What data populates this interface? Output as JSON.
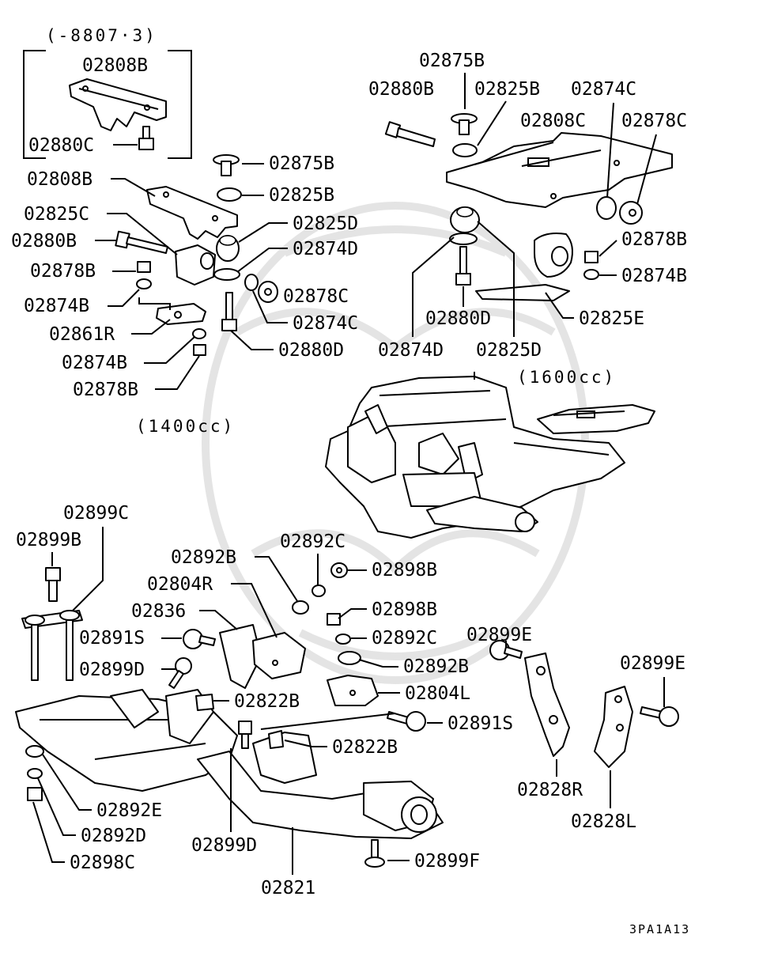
{
  "notes": {
    "date_range": "(-8807·3)",
    "engine_1600": "(1600cc)",
    "engine_1400": "(1400cc)",
    "diagram_code": "3PA1A13"
  },
  "labels": {
    "a_02808B": "02808B",
    "a_02880C": "02880C",
    "b_02875B": "02875B",
    "b_02808B": "02808B",
    "b_02825B": "02825B",
    "b_02825C": "02825C",
    "b_02825D": "02825D",
    "b_02880B": "02880B",
    "b_02874D": "02874D",
    "b_02878B": "02878B",
    "b_02878C": "02878C",
    "b_02874B": "02874B",
    "b_02874C": "02874C",
    "b_02861R": "02861R",
    "b_02880D": "02880D",
    "b_02874B_2": "02874B",
    "b_02878B_2": "02878B",
    "c_02875B": "02875B",
    "c_02880B": "02880B",
    "c_02825B": "02825B",
    "c_02874C": "02874C",
    "c_02808C": "02808C",
    "c_02878C": "02878C",
    "c_02878B": "02878B",
    "c_02874B": "02874B",
    "c_02880D": "02880D",
    "c_02825E": "02825E",
    "c_02874D": "02874D",
    "c_02825D": "02825D",
    "d_02899C": "02899C",
    "d_02899B": "02899B",
    "d_02892B": "02892B",
    "d_02892C": "02892C",
    "d_02898B": "02898B",
    "d_02804R": "02804R",
    "d_02898B_2": "02898B",
    "d_02836": "02836",
    "d_02892C_2": "02892C",
    "d_02891S": "02891S",
    "d_02899E": "02899E",
    "d_02899D": "02899D",
    "d_02892B_2": "02892B",
    "d_02804L": "02804L",
    "d_02822B": "02822B",
    "d_02899E_2": "02899E",
    "d_02891S_2": "02891S",
    "d_02822B_2": "02822B",
    "d_02892E": "02892E",
    "d_02828R": "02828R",
    "d_02892D": "02892D",
    "d_02828L": "02828L",
    "d_02899D_2": "02899D",
    "d_02898C": "02898C",
    "d_02899F": "02899F",
    "d_02821": "02821"
  }
}
